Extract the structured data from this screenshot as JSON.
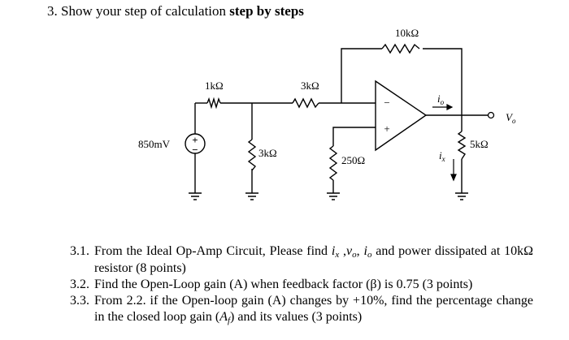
{
  "question": {
    "number": "3.",
    "lead": "Show your step of calculation",
    "emphasis": "step by steps"
  },
  "circuit": {
    "source_label": "850mV",
    "source_plus": "+",
    "source_minus": "−",
    "r_series1": "1kΩ",
    "r_series2": "3kΩ",
    "r_shunt1": "3kΩ",
    "r_shunt2": "250Ω",
    "r_feedback": "10kΩ",
    "r_load": "5kΩ",
    "opamp_minus": "−",
    "opamp_plus": "+",
    "io_label": "i",
    "io_sub": "o",
    "ix_label": "i",
    "ix_sub": "x",
    "vo_label": "V",
    "vo_sub": "o"
  },
  "parts": [
    {
      "num": "3.1.",
      "a": "From the Ideal Op-Amp Circuit, Please find ",
      "ix": "i",
      "ix_sub": "x",
      "sep1": " ,",
      "vo": "v",
      "vo_sub": "o",
      "sep2": ", ",
      "io": "i",
      "io_sub": "o",
      "b": " and power dissipated at 10kΩ resistor (8 points)"
    },
    {
      "num": "3.2.",
      "text": "Find the Open-Loop gain (A) when feedback factor (β) is 0.75 (3 points)"
    },
    {
      "num": "3.3.",
      "a": "From 2.2. if the Open-loop gain (A) changes by +10%, find the percentage change in the closed loop gain (",
      "af": "A",
      "af_sub": "f",
      "b": ") and its values (3 points)"
    }
  ]
}
